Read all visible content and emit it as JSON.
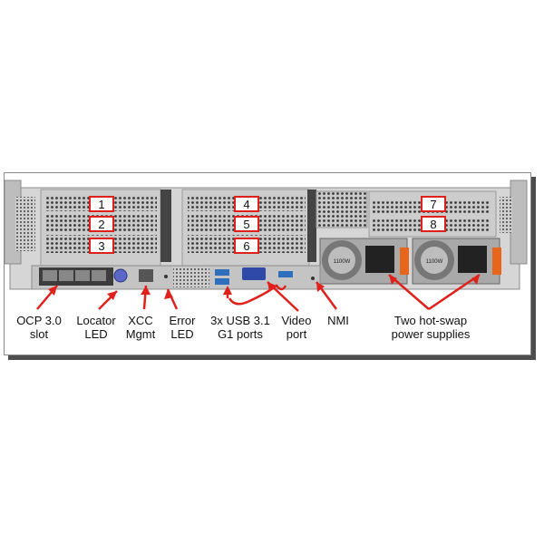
{
  "slot_numbers": [
    "1",
    "2",
    "3",
    "4",
    "5",
    "6",
    "7",
    "8"
  ],
  "psu_rating_label": "1100W",
  "callouts": {
    "ocp": {
      "line1": "OCP 3.0",
      "line2": "slot"
    },
    "locator": {
      "line1": "Locator",
      "line2": "LED"
    },
    "xcc": {
      "line1": "XCC",
      "line2": "Mgmt"
    },
    "error": {
      "line1": "Error",
      "line2": "LED"
    },
    "usb": {
      "line1": "3x USB 3.1",
      "line2": "G1 ports"
    },
    "video": {
      "line1": "Video",
      "line2": "port"
    },
    "nmi": {
      "line1": "NMI"
    },
    "psu": {
      "line1": "Two hot-swap",
      "line2": "power supplies"
    }
  },
  "colors": {
    "callout_red": "#e0201b",
    "chassis": "#d9d9d9",
    "locator_blue": "#5b67c8",
    "psu_handle": "#e8651c"
  }
}
